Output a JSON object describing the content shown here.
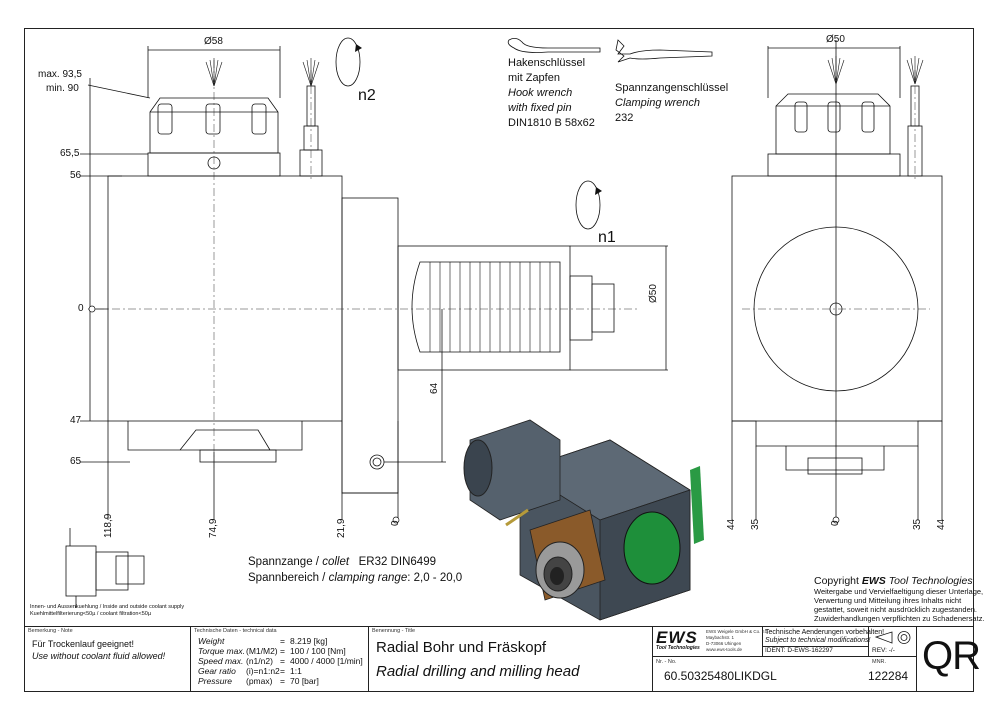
{
  "dims": {
    "max": "max. 93,5",
    "min": "min. 90",
    "d655": "65,5",
    "d56": "56",
    "d0": "0",
    "d47": "47",
    "d65": "65",
    "dia58": "Ø58",
    "dia50_right_top": "Ø50",
    "dia50_side": "Ø50",
    "d64": "64",
    "n1": "n1",
    "n2": "n2",
    "bottom": [
      "118,9",
      "74,9",
      "21,9",
      "0"
    ],
    "right_bottom": [
      "44",
      "35",
      "0",
      "35",
      "44"
    ]
  },
  "tools": {
    "hook_de1": "Hakenschlüssel",
    "hook_de2": "mit Zapfen",
    "hook_en1": "Hook wrench",
    "hook_en2": "with fixed pin",
    "hook_norm": "DIN1810 B 58x62",
    "clamp_de": "Spannzangenschlüssel",
    "clamp_en": "Clamping wrench",
    "clamp_no": "232"
  },
  "collet": {
    "line1_de": "Spannzange /",
    "line1_en": "collet",
    "line1_val": "ER32   DIN6499",
    "line2_de": "Spannbereich /",
    "line2_en": "clamping range",
    "line2_val": ": 2,0 - 20,0"
  },
  "coolant_note": {
    "line1": "Innen- und Aussenkuehlung / Inside and outside coolant supply",
    "line2": "Kuehlmittelfilterierung<50µ / coolant filtration<50µ"
  },
  "copyright": {
    "title_prefix": "Copyright ",
    "title_brand": "EWS",
    "title_suffix": " Tool Technologies",
    "line1": "Weitergabe und Vervielfaeltigung dieser Unterlage,",
    "line2": "Verwertung und Mitteilung ihres Inhalts nicht",
    "line3": "gestattet, soweit nicht ausdrücklich zugestanden.",
    "line4": "Zuwiderhandlungen verpflichten zu Schadenersatz."
  },
  "title_block": {
    "remark_hdr": "Bemerkung - Note",
    "remark_de": "Für Trockenlauf geeignet!",
    "remark_en": "Use without coolant fluid allowed!",
    "tech_hdr": "Technische Daten - technical data",
    "tech": [
      {
        "label": "Weight",
        "sym": "",
        "eq": "=",
        "val": "8.219 [kg]"
      },
      {
        "label": "Torque max.",
        "sym": "(M1/M2)",
        "eq": "=",
        "val": "100 / 100 [Nm]"
      },
      {
        "label": "Speed max.",
        "sym": "(n1/n2)",
        "eq": "=",
        "val": "4000 / 4000 [1/min]"
      },
      {
        "label": "Gear ratio",
        "sym": "(i)=n1:n2",
        "eq": "=",
        "val": "1:1"
      },
      {
        "label": "Pressure",
        "sym": "(pmax)",
        "eq": "=",
        "val": "70 [bar]"
      }
    ],
    "name_hdr": "Benennung - Title",
    "name_de": "Radial Bohr und Fräskopf",
    "name_en": "Radial drilling and milling head",
    "logo": "EWS",
    "logo_sub": "Tool Technologies",
    "company1": "EWS Weigele GmbH & Co. KG",
    "company2": "Maybachstr. 1",
    "company3": "D-73066 Uhingen",
    "company4": "www.ews-tools.de",
    "changes_de": "Technische Aenderungen vorbehalten!",
    "changes_en": "Subject to technical modifications!",
    "ident": "IDENT:  D-EWS-162297",
    "rev": "REV:  -/-",
    "nr_hdr": "Nr. - No.",
    "nr": "60.50325480LIKDGL",
    "mnr_hdr": "MNR.",
    "mnr": "122284",
    "qr": "QR"
  }
}
